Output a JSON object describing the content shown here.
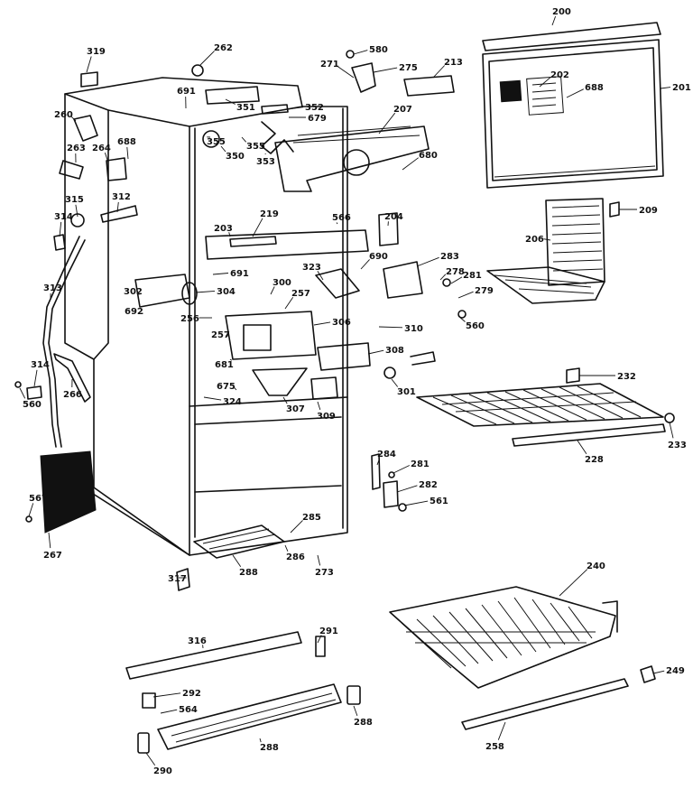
{
  "labels": [
    "200",
    "201",
    "202",
    "203",
    "204",
    "206",
    "207",
    "209",
    "213",
    "219",
    "228",
    "232",
    "233",
    "240",
    "249",
    "256",
    "257",
    "257",
    "258",
    "260",
    "262",
    "263",
    "264",
    "266",
    "267",
    "271",
    "273",
    "275",
    "278",
    "279",
    "281",
    "281",
    "282",
    "283",
    "284",
    "285",
    "286",
    "288",
    "288",
    "288",
    "290",
    "291",
    "292",
    "300",
    "301",
    "302",
    "304",
    "306",
    "307",
    "308",
    "309",
    "310",
    "312",
    "313",
    "314",
    "314",
    "315",
    "316",
    "317",
    "319",
    "323",
    "324",
    "350",
    "351",
    "352",
    "353",
    "355",
    "355",
    "560",
    "560",
    "561",
    "564",
    "566",
    "567",
    "580",
    "675",
    "679",
    "680",
    "681",
    "688",
    "688",
    "690",
    "691",
    "691",
    "692"
  ]
}
